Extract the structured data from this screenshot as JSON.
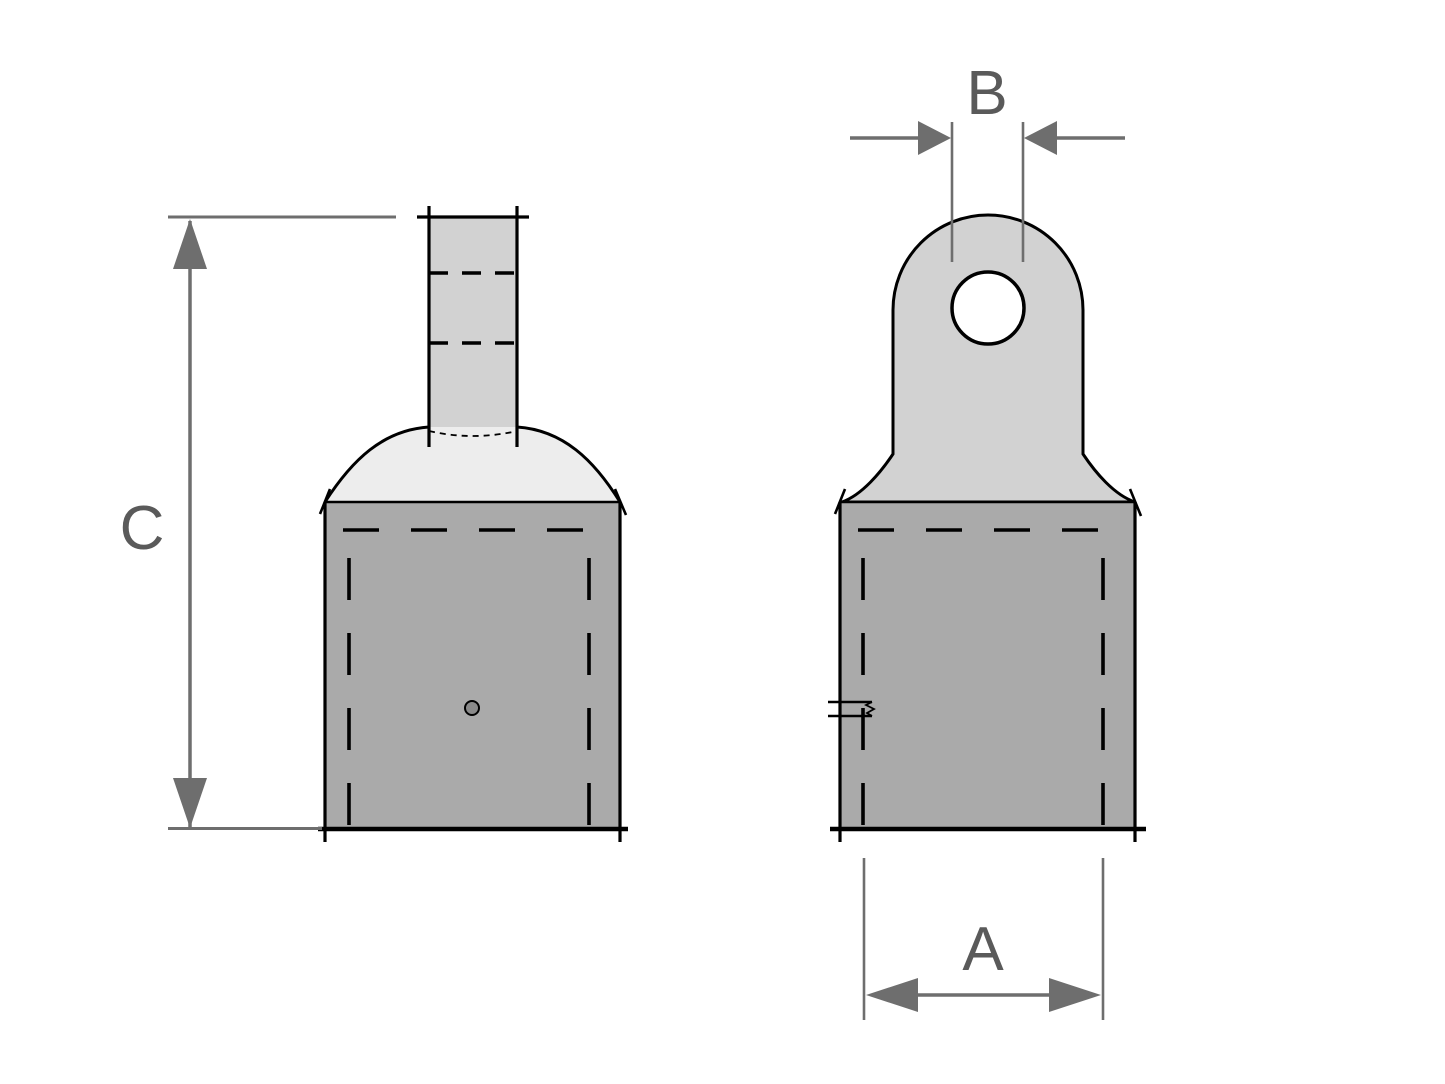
{
  "diagram": {
    "labels": {
      "width_dim": "A",
      "hole_dim": "B",
      "height_dim": "C"
    },
    "colors": {
      "background": "#ffffff",
      "outline": "#000000",
      "body": "#d2d2d2",
      "dome": "#ededed",
      "socket": "#aaaaaa",
      "hole": "#ffffff",
      "dimension": "#6e6e6e",
      "label_text": "#5a5a5a",
      "screw_dot": "#8a8a8a"
    }
  }
}
